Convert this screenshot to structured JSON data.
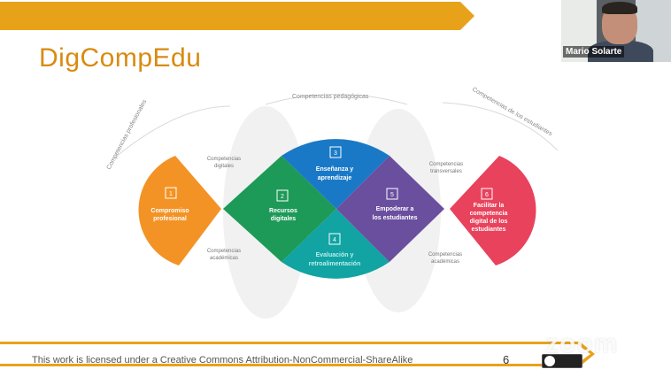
{
  "slide": {
    "title": "DigCompEdu",
    "footer": "This work is licensed under a Creative Commons Attribution-NonCommercial-ShareAlike",
    "page_number": "6"
  },
  "participant": {
    "name": "Mario Solarte"
  },
  "watermark": "zoom",
  "diagram": {
    "arcs": {
      "left": "Competencias profesionales",
      "center": "Competencias pedagógicas",
      "right": "Competencias de los estudiantes"
    },
    "side_labels": {
      "tl_1": "Competencias",
      "tl_2": "digitales",
      "bl_1": "Competencias",
      "bl_2": "académicas",
      "tr_1": "Competencias",
      "tr_2": "transversales",
      "br_1": "Competencias",
      "br_2": "académicas"
    },
    "areas": {
      "a1": {
        "num": "1",
        "line1": "Compromiso",
        "line2": "profesional"
      },
      "a2": {
        "num": "2",
        "line1": "Recursos",
        "line2": "digitales"
      },
      "a3": {
        "num": "3",
        "line1": "Enseñanza y",
        "line2": "aprendizaje"
      },
      "a4": {
        "num": "4",
        "line1": "Evaluación y",
        "line2": "retroalimentación"
      },
      "a5": {
        "num": "5",
        "line1": "Empoderar a",
        "line2": "los estudiantes"
      },
      "a6": {
        "num": "6",
        "line1": "Facilitar la",
        "line2": "competencia",
        "line3": "digital de los",
        "line4": "estudiantes"
      }
    },
    "colors": {
      "orange": "#f39325",
      "green": "#1d9a58",
      "blue": "#1a79c7",
      "teal": "#12a3a3",
      "purple": "#6a4f9e",
      "red": "#e8425c",
      "accent": "#e8a21a"
    }
  }
}
